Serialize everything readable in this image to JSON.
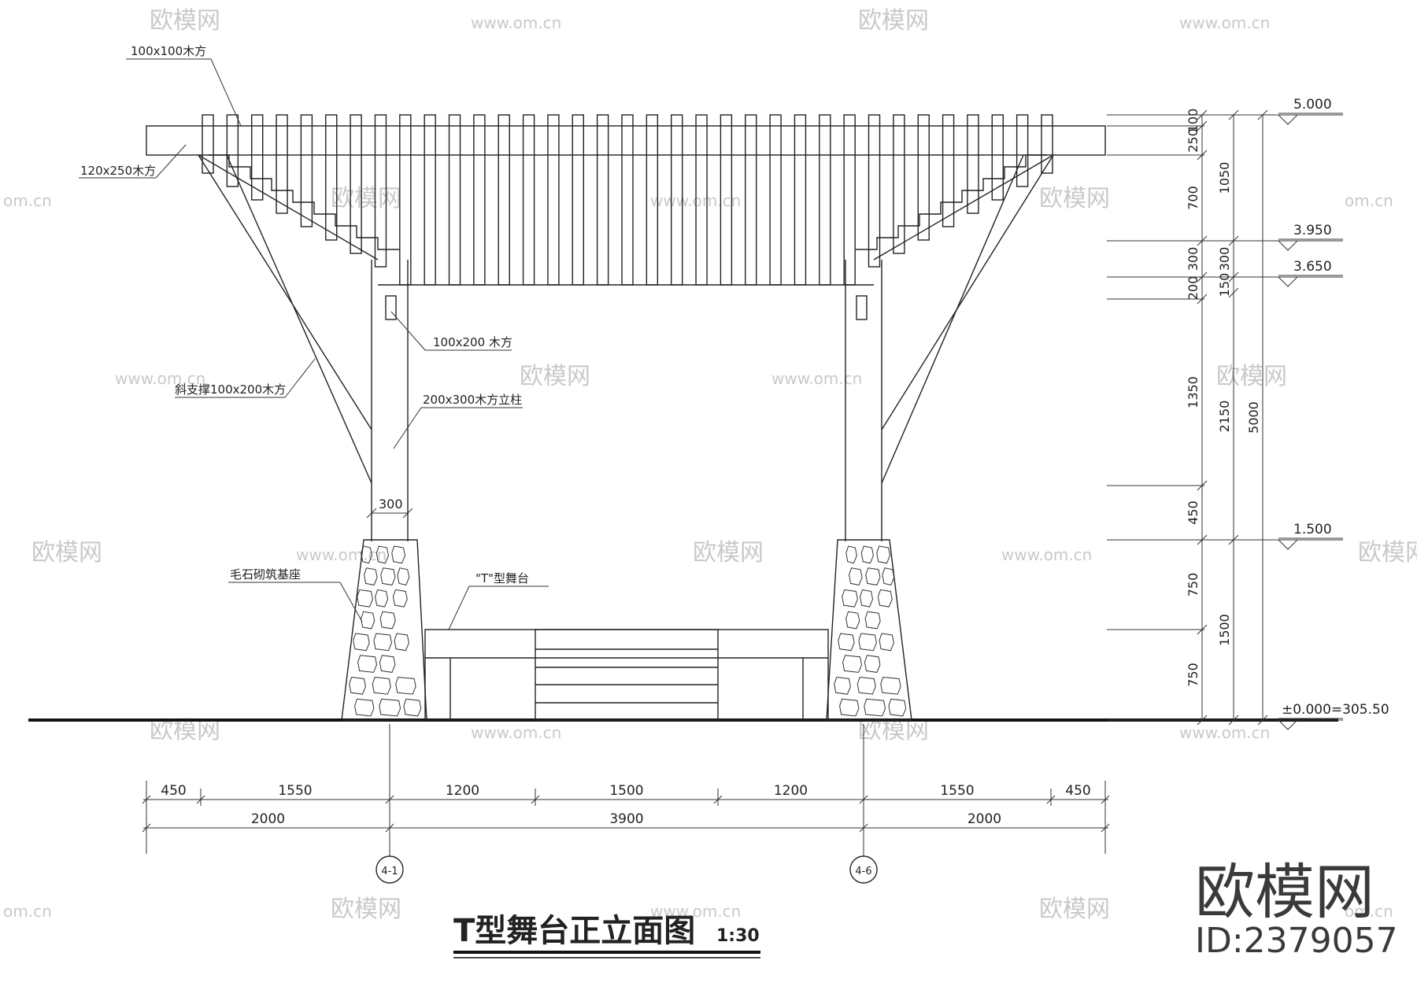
{
  "title": "T型舞台正立面图",
  "scale": "1:30",
  "watermark": {
    "brand": "欧模网",
    "site": "www.om.cn",
    "site_short": "om.cn",
    "logo": "欧模网",
    "id": "ID:2379057"
  },
  "labels": {
    "top_purlin": "100x100木方",
    "beam": "120x250木方",
    "block": "100x200 木方",
    "brace": "斜支撑100x200木方",
    "column": "200x300木方立柱",
    "base": "毛石砌筑基座",
    "stage": "\"T\"型舞台",
    "col_width": "300"
  },
  "elevations": [
    "5.000",
    "3.950",
    "3.650",
    "1.500",
    "±0.000=305.50"
  ],
  "vertical_dims": {
    "col1": [
      "100",
      "250",
      "700",
      "300",
      "200",
      "1350",
      "450",
      "750",
      "750"
    ],
    "col2": [
      "1050",
      "300",
      "150",
      "2150",
      "1500"
    ],
    "col3": [
      "5000"
    ]
  },
  "horizontal_dims": {
    "row1": [
      "450",
      "1550",
      "1200",
      "1500",
      "1200",
      "1550",
      "450"
    ],
    "row2": [
      "2000",
      "3900",
      "2000"
    ]
  },
  "axes": [
    "4-1",
    "4-6"
  ]
}
